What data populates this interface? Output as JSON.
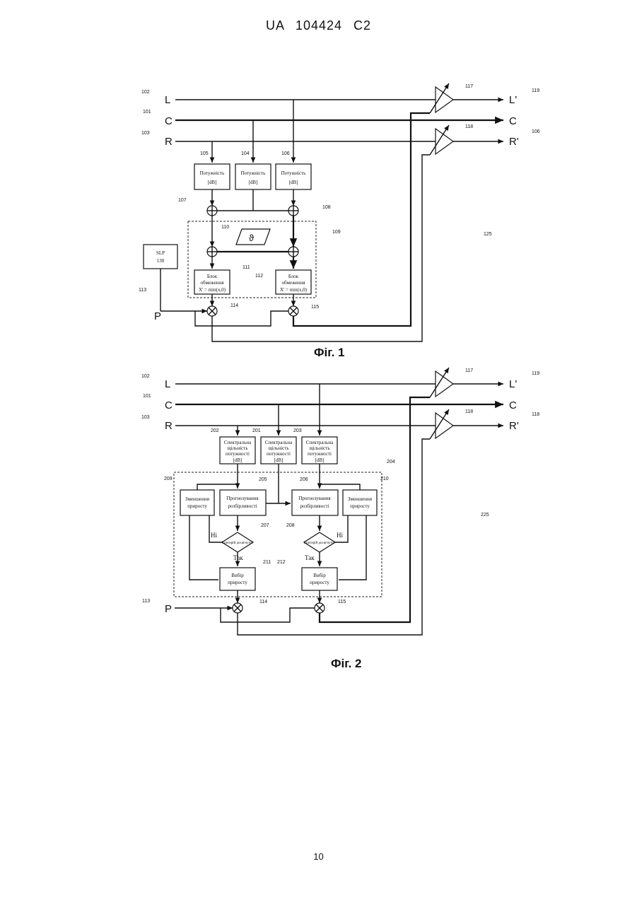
{
  "header": "UA 104424 C2",
  "page_number": "10",
  "fig1": {
    "caption": "Фіг. 1",
    "inputs": [
      {
        "ref": "102",
        "label": "L"
      },
      {
        "ref": "101",
        "label": "C"
      },
      {
        "ref": "103",
        "label": "R"
      }
    ],
    "outputs": [
      {
        "ref": "119",
        "label": "L'"
      },
      {
        "label": "C"
      },
      {
        "ref": "106",
        "label": "R'"
      }
    ],
    "amp_refs": [
      "117",
      "118"
    ],
    "power_blocks": [
      {
        "ref": "105",
        "line1": "Потужність",
        "line2": "[dB]"
      },
      {
        "ref": "104",
        "line1": "Потужність",
        "line2": "[dB]"
      },
      {
        "ref": "106",
        "line1": "Потужність",
        "line2": "[dB]"
      }
    ],
    "sum_refs": [
      "107",
      "108"
    ],
    "theta_ref": "110",
    "theta_symbol": "ϑ",
    "dashed_ref": "109",
    "region_ref": "125",
    "slp": {
      "line1": "SLP",
      "line2": "130"
    },
    "limit_blocks": [
      {
        "ref": "111",
        "line1": "Блок",
        "line2": "обмеження",
        "line3": "X' = min(x,0)"
      },
      {
        "ref": "112",
        "line1": "Блок",
        "line2": "обмеження",
        "line3": "X' = min(x,0)"
      }
    ],
    "p_ref": "113",
    "p_label": "P",
    "mult_refs": [
      "114",
      "115"
    ]
  },
  "fig2": {
    "caption": "Фіг. 2",
    "inputs": [
      {
        "ref": "102",
        "label": "L"
      },
      {
        "ref": "101",
        "label": "C"
      },
      {
        "ref": "103",
        "label": "R"
      }
    ],
    "outputs": [
      {
        "ref": "119",
        "label": "L'"
      },
      {
        "label": "C"
      },
      {
        "ref": "118",
        "label": "R'"
      }
    ],
    "amp_refs": [
      "117",
      "118"
    ],
    "spectral_blocks": [
      {
        "ref": "202",
        "line1": "Спектральна",
        "line2": "щільність",
        "line3": "потужності",
        "line4": "[dB]"
      },
      {
        "ref": "201",
        "line1": "Спектральна",
        "line2": "щільність",
        "line3": "потужності",
        "line4": "[dB]"
      },
      {
        "ref": "203",
        "line1": "Спектральна",
        "line2": "щільність",
        "line3": "потужності",
        "line4": "[dB]"
      }
    ],
    "dashed_ref": "204",
    "region_ref": "225",
    "gain_blocks": [
      {
        "ref": "209",
        "line1": "Зменшення",
        "line2": "приросту"
      },
      {
        "ref": "210",
        "line1": "Зменшення",
        "line2": "приросту"
      }
    ],
    "intel_blocks": [
      {
        "ref": "205",
        "line1": "Прогнозування",
        "line2": "розбірливості"
      },
      {
        "ref": "206",
        "line1": "Прогнозування",
        "line2": "розбірливості"
      }
    ],
    "diamonds": [
      {
        "ref": "207",
        "text": "Критерій досягнуто?",
        "no": "Ні",
        "yes": "Так"
      },
      {
        "ref": "208",
        "text": "Критерій досягнуто?",
        "no": "Ні",
        "yes": "Так"
      }
    ],
    "select_blocks": [
      {
        "ref": "211",
        "line1": "Вибір",
        "line2": "приросту"
      },
      {
        "ref": "212",
        "line1": "Вибір",
        "line2": "приросту"
      }
    ],
    "p_ref": "113",
    "p_label": "P",
    "mult_refs": [
      "114",
      "115"
    ]
  }
}
